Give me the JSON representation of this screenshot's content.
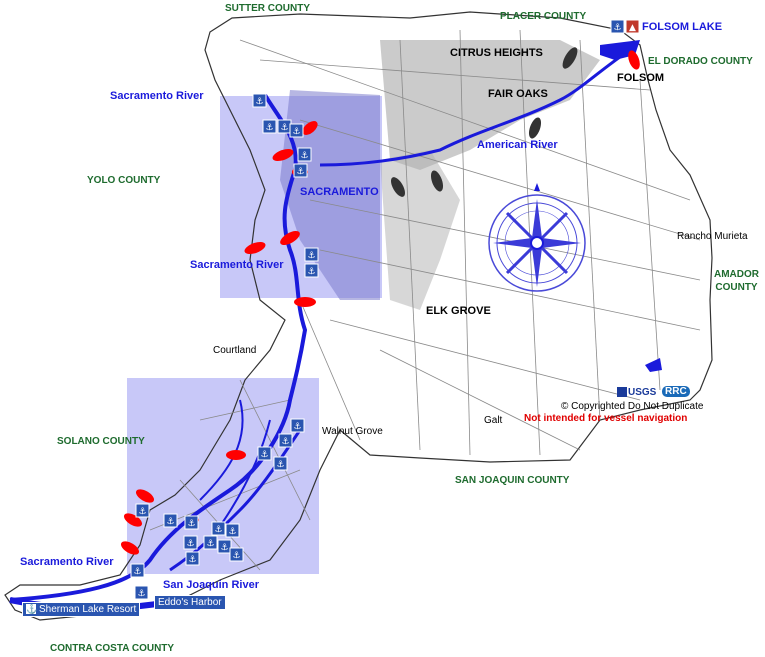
{
  "counties": {
    "sutter": "SUTTER COUNTY",
    "placer": "PLACER COUNTY",
    "el_dorado": "EL DORADO COUNTY",
    "yolo": "YOLO COUNTY",
    "amador": "AMADOR\nCOUNTY",
    "amador_line1": "AMADOR",
    "amador_line2": "COUNTY",
    "solano": "SOLANO COUNTY",
    "san_joaquin": "SAN JOAQUIN COUNTY",
    "contra_costa": "CONTRA COSTA COUNTY"
  },
  "cities": {
    "citrus_heights": "CITRUS HEIGHTS",
    "fair_oaks": "FAIR OAKS",
    "folsom": "FOLSOM",
    "sacramento": "SACRAMENTO",
    "elk_grove": "ELK GROVE",
    "rancho_murieta": "Rancho Murieta",
    "courtland": "Courtland",
    "walnut_grove": "Walnut Grove",
    "galt": "Galt"
  },
  "rivers": {
    "sacramento_north": "Sacramento River",
    "american": "American River",
    "sacramento_mid": "Sacramento River",
    "sacramento_south": "Sacramento River",
    "san_joaquin": "San Joaquin River"
  },
  "lake": {
    "label": "FOLSOM LAKE"
  },
  "credits": {
    "usgs": "USGS",
    "rrc": "RRC",
    "copyright": "© Copyrighted Do Not Duplicate",
    "warning": "Not intended for vessel navigation"
  },
  "links": {
    "sherman": "Sherman Lake Resort",
    "eddos": "Eddo's Harbor"
  },
  "colors": {
    "highlight": "#c8c8f8",
    "water": "#1a1adb",
    "launch": "#ff0000",
    "marina": "#2a55b0",
    "county_text": "#1e6b2e"
  }
}
